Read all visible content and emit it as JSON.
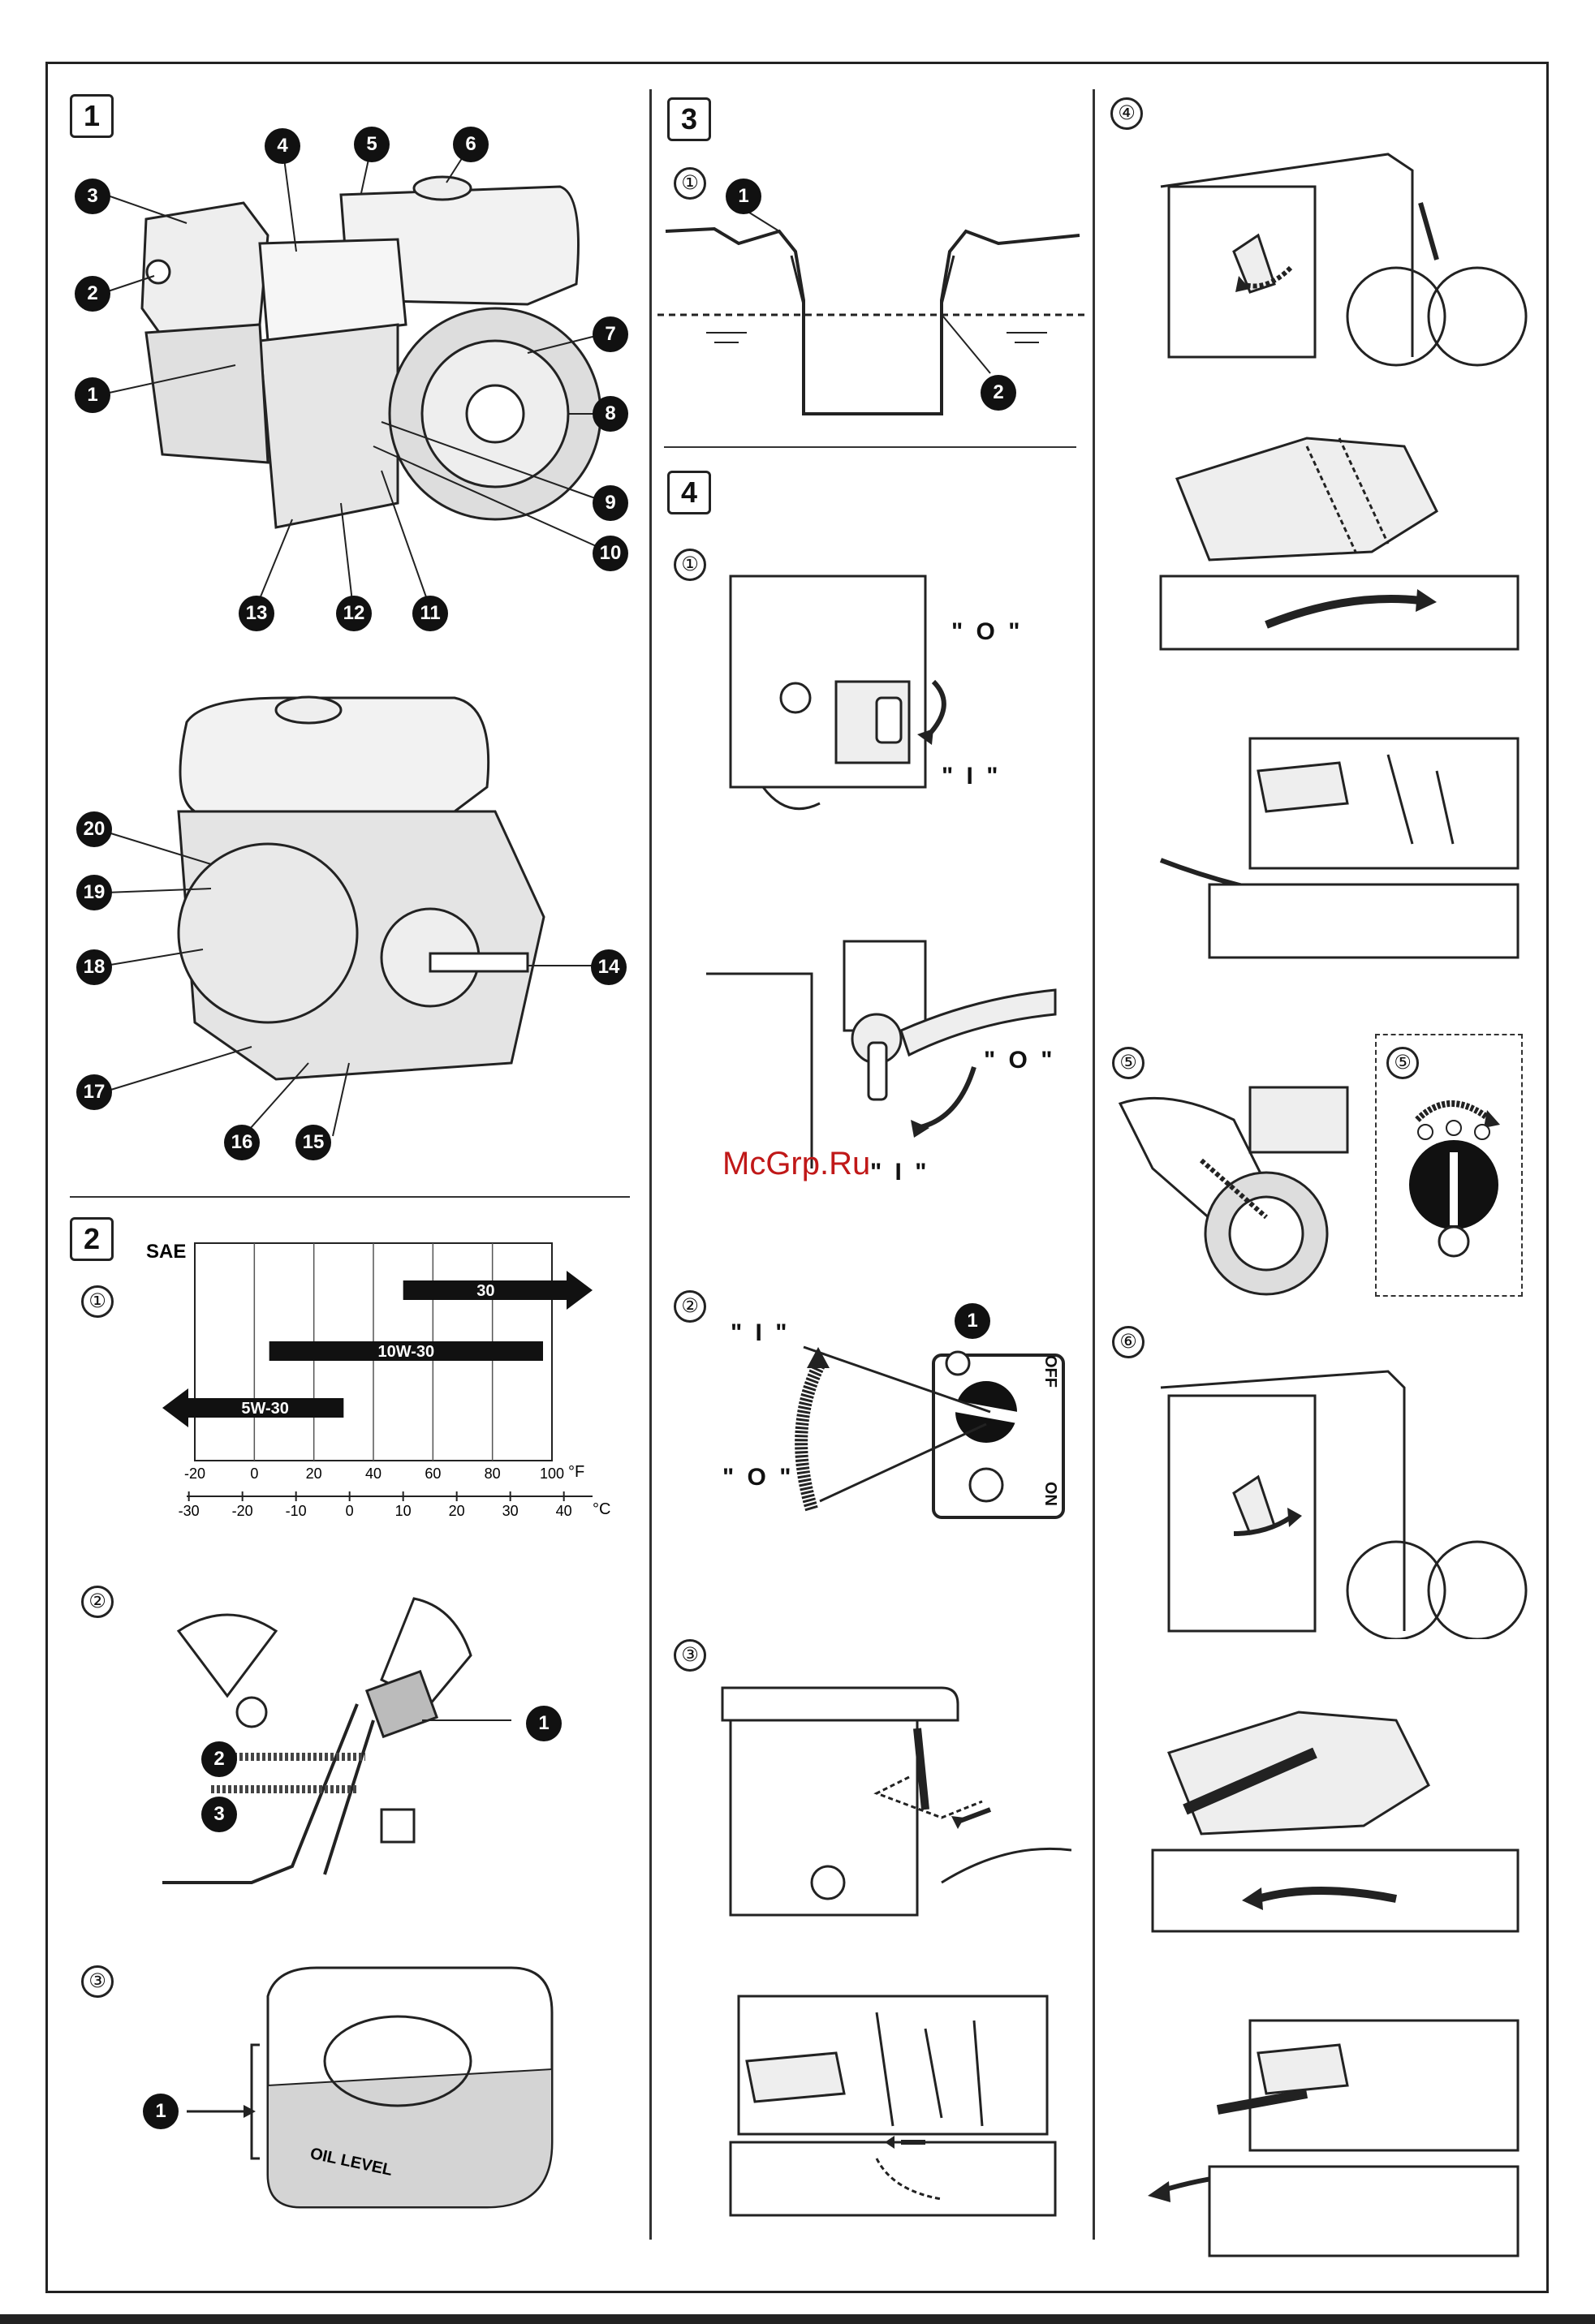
{
  "watermark": "McGrp.Ru",
  "sections": {
    "s1": "1",
    "s2": "2",
    "s3": "3",
    "s4": "4"
  },
  "sub": {
    "one": "①",
    "two": "②",
    "three": "③",
    "four": "④",
    "five": "⑤",
    "six": "⑥"
  },
  "engine_callouts": [
    "1",
    "2",
    "3",
    "4",
    "5",
    "6",
    "7",
    "8",
    "9",
    "10",
    "11",
    "12",
    "13",
    "14",
    "15",
    "16",
    "17",
    "18",
    "19",
    "20"
  ],
  "callouts": {
    "c1": "1",
    "c2": "2",
    "c3": "3"
  },
  "switch": {
    "on_mark": "\" I \"",
    "off_mark": "\" O \"",
    "off_text": "OFF",
    "on_text": "ON"
  },
  "oil_level_text": "OIL LEVEL",
  "chart_data": {
    "type": "bar",
    "title": "SAE",
    "xlabel_f": "°F",
    "xlabel_c": "°C",
    "f_ticks": [
      "-20",
      "0",
      "20",
      "40",
      "60",
      "80",
      "100"
    ],
    "c_ticks": [
      "-30",
      "-20",
      "-10",
      "0",
      "10",
      "20",
      "30",
      "40"
    ],
    "f_range": [
      -20,
      100
    ],
    "series": [
      {
        "name": "30",
        "from_f": 50,
        "to_f": 110,
        "open_end": "right"
      },
      {
        "name": "10W-30",
        "from_f": 5,
        "to_f": 97,
        "open_end": "none"
      },
      {
        "name": "5W-30",
        "from_f": -30,
        "to_f": 30,
        "open_end": "left"
      }
    ],
    "gridlines_f": [
      0,
      20,
      40,
      60,
      80
    ]
  }
}
